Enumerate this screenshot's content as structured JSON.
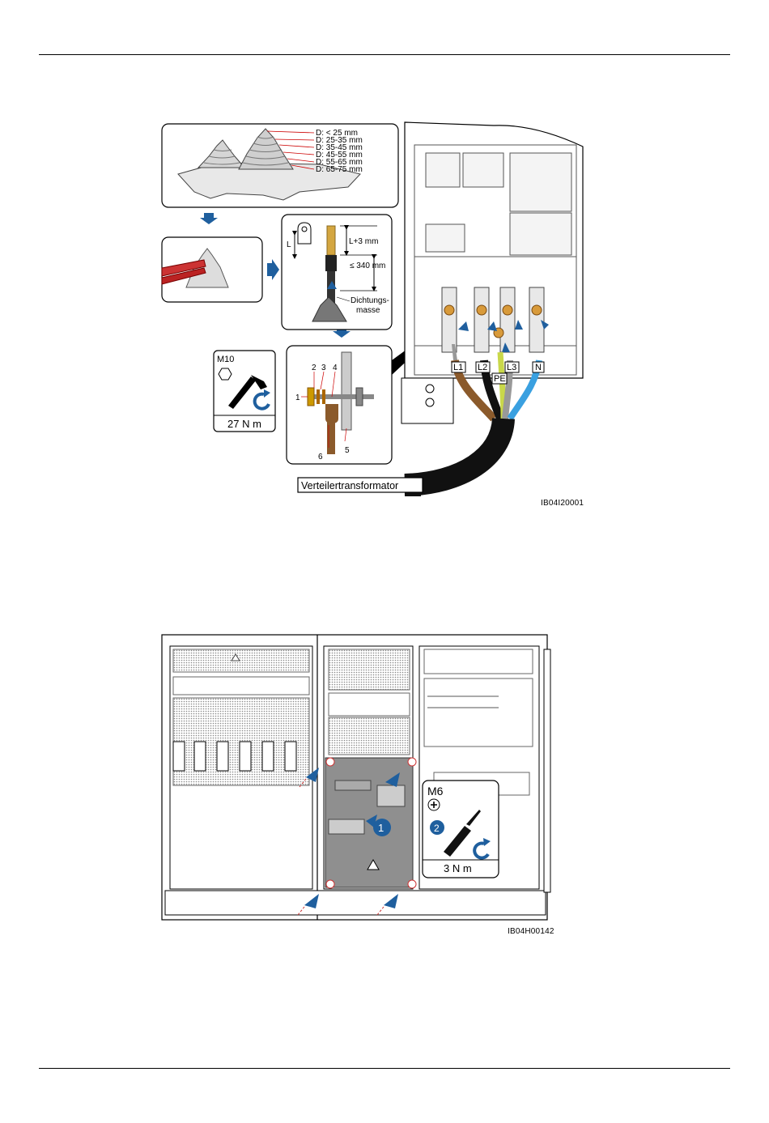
{
  "figure1": {
    "id_label": "IB04I20001",
    "seal_sizes": [
      "D: < 25 mm",
      "D: 25-35 mm",
      "D: 35-45 mm",
      "D: 45-55 mm",
      "D: 55-65 mm",
      "D: 65-75 mm"
    ],
    "dim_L": "L",
    "dim_L3": "L+3 mm",
    "dim_340": "≤ 340 mm",
    "sealant_line1": "Dichtungs-",
    "sealant_line2": "masse",
    "bolt_size": "M10",
    "torque": "27 N m",
    "part_numbers": [
      "1",
      "2",
      "3",
      "4",
      "5",
      "6"
    ],
    "terminals": [
      "L1",
      "L2",
      "PE",
      "L3",
      "N"
    ],
    "transformer_label": "Verteilertransformator",
    "colors": {
      "accent_blue": "#1f5f9e",
      "brown": "#8b5a2b",
      "blue_wire": "#3aa0e0",
      "yellow_green": "#c9d84a"
    }
  },
  "figure2": {
    "id_label": "IB04H00142",
    "screw_size": "M6",
    "torque": "3 N m",
    "step_1": "1",
    "step_2": "2",
    "icons": [
      "phillips-screw-icon",
      "screwdriver-icon",
      "rotate-clockwise-icon",
      "warning-triangle-icon"
    ]
  }
}
